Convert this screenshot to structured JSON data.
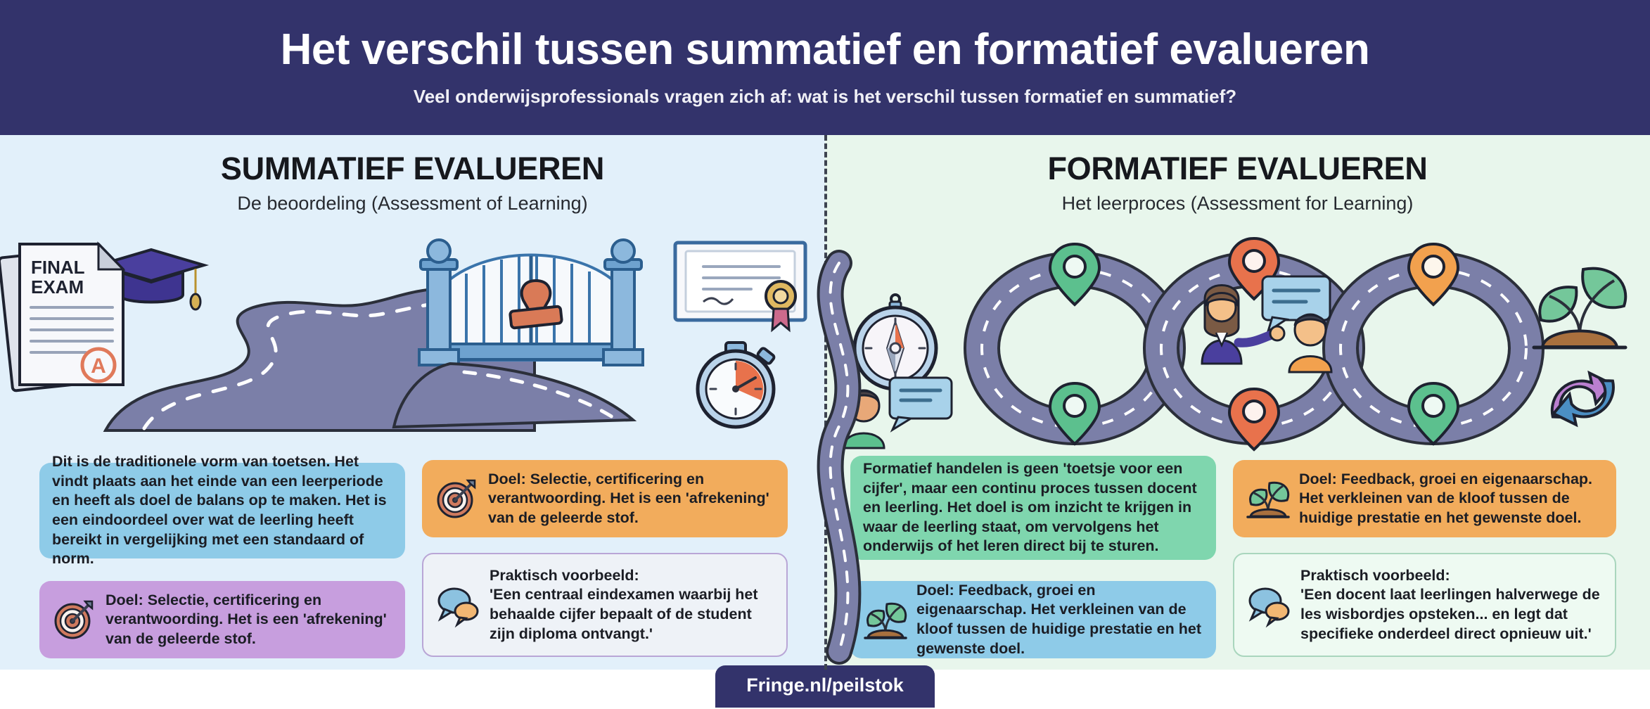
{
  "header": {
    "title": "Het verschil tussen summatief en formatief evalueren",
    "subtitle": "Veel onderwijsprofessionals vragen zich af: wat is het verschil tussen formatief en summatief?"
  },
  "left_panel": {
    "heading": "SUMMATIEF EVALUEREN",
    "subheading": "De beoordeling (Assessment of Learning)",
    "background_color": "#e2f0fa",
    "illustration_labels": {
      "exam_paper_line1": "FINAL",
      "exam_paper_line2": "EXAM",
      "exam_grade": "A"
    },
    "boxes": [
      {
        "name": "description",
        "icon": "none",
        "color": "#8ecbe8",
        "text": "Dit is de traditionele vorm van toetsen. Het vindt plaats aan het einde van een leerperiode en heeft als doel de balans op te maken. Het is een eindoordeel over wat de leerling heeft bereikt in vergelijking met een standaard of norm."
      },
      {
        "name": "goal-purple",
        "icon": "target-icon",
        "color": "#c79ede",
        "heading": "Doel:",
        "text": " Selectie, certificering en verantwoording. Het is een 'afrekening' van de geleerde stof."
      },
      {
        "name": "goal-orange",
        "icon": "target-icon",
        "color": "#f2ac5c",
        "heading": "Doel:",
        "text": " Selectie, certificering en verantwoording. Het is een 'afrekening' van de geleerde stof."
      },
      {
        "name": "example",
        "icon": "chat-bubbles-icon",
        "color": "#eef2f7",
        "heading": "Praktisch voorbeeld:",
        "text": "'Een centraal eindexamen waarbij het behaalde cijfer bepaalt of de student zijn diploma ontvangt.'"
      }
    ]
  },
  "right_panel": {
    "heading": "FORMATIEF EVALUEREN",
    "subheading": "Het leerproces (Assessment for Learning)",
    "background_color": "#e8f6ec",
    "boxes": [
      {
        "name": "description",
        "icon": "none",
        "color": "#7fd6ae",
        "text": "Formatief handelen is geen 'toetsje voor een cijfer', maar een continu proces tussen docent en leerling. Het doel is om inzicht te krijgen in waar de leerling staat, om vervolgens het onderwijs of het leren direct bij te sturen."
      },
      {
        "name": "goal-blue",
        "icon": "sprout-icon",
        "color": "#8ecbe8",
        "heading": "Doel:",
        "text": " Feedback, groei en eigenaarschap. Het verkleinen van de kloof tussen de huidige prestatie en het gewenste doel."
      },
      {
        "name": "goal-orange",
        "icon": "sprout-icon",
        "color": "#f2ac5c",
        "heading": "Doel:",
        "text": " Feedback, groei en eigenaarschap. Het verkleinen van de kloof tussen de huidige prestatie en het gewenste doel."
      },
      {
        "name": "example",
        "icon": "chat-bubbles-icon",
        "color": "#eefaf2",
        "heading": "Praktisch voorbeeld:",
        "text": "'Een docent laat leerlingen halverwege de les wisbordjes opsteken... en legt dat specifieke onderdeel direct opnieuw uit.'"
      }
    ]
  },
  "footer": {
    "badge_label": "Fringe.nl/peilstok",
    "badge_color": "#33336b"
  },
  "theme": {
    "header_color": "#33336b",
    "road_color": "#7b7fa8",
    "accent_orange": "#e8724c",
    "accent_green": "#5cc08e",
    "accent_blue": "#6fa8d4"
  }
}
